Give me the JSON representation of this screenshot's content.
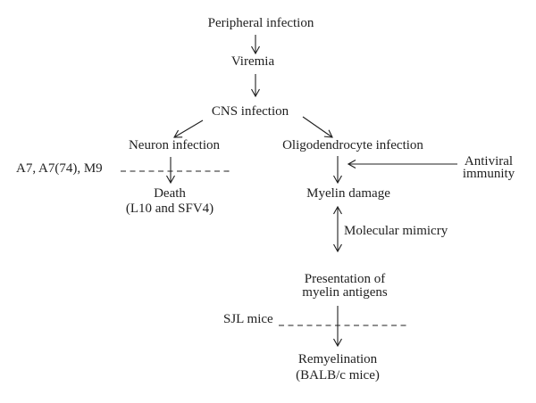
{
  "colors": {
    "ink": "#1f1f1f",
    "background": "#ffffff"
  },
  "nodes": {
    "peripheral_infection": "Peripheral infection",
    "viremia": "Viremia",
    "cns_infection": "CNS infection",
    "neuron_infection": "Neuron infection",
    "oligodendrocyte_infection": "Oligodendrocyte infection",
    "death": "Death",
    "death_note": "(L10 and SFV4)",
    "myelin_damage": "Myelin damage",
    "presentation_line1": "Presentation of",
    "presentation_line2": "myelin antigens",
    "remyelination": "Remyelination",
    "remyelination_note": "(BALB/c mice)"
  },
  "labels": {
    "virus_strains": "A7, A7(74), M9",
    "antiviral_line1": "Antiviral",
    "antiviral_line2": "immunity",
    "molecular_mimicry": "Molecular mimicry",
    "sjl_mice": "SJL mice"
  }
}
